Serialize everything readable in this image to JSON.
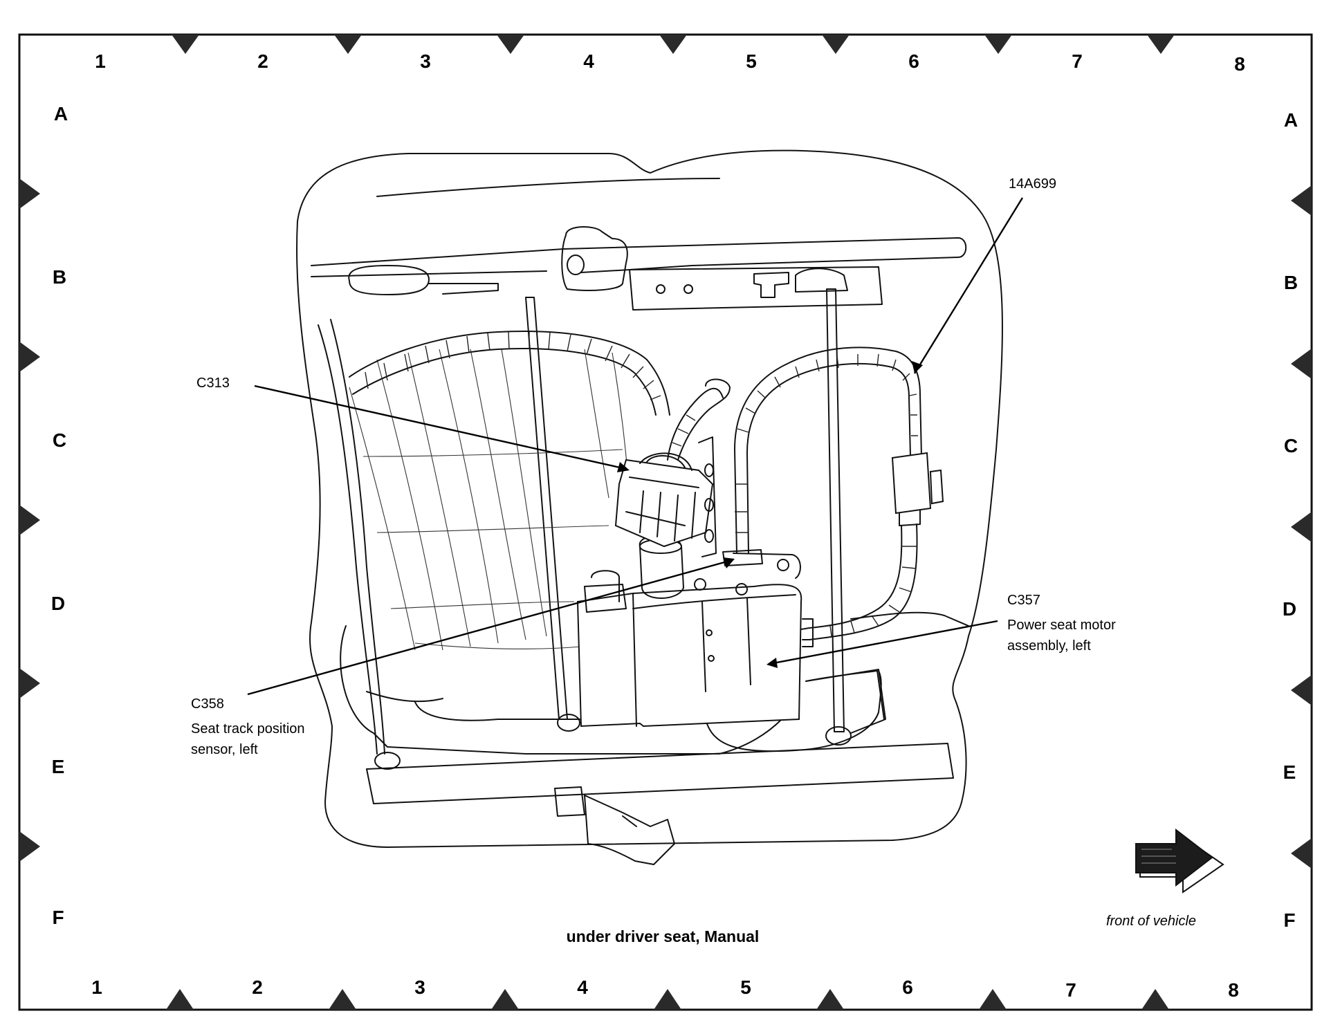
{
  "grid": {
    "columns": [
      "1",
      "2",
      "3",
      "4",
      "5",
      "6",
      "7",
      "8"
    ],
    "rows": [
      "A",
      "B",
      "C",
      "D",
      "E",
      "F"
    ]
  },
  "callouts": {
    "harness": {
      "id": "14A699"
    },
    "c313": {
      "id": "C313"
    },
    "c357": {
      "id": "C357",
      "desc_line1": "Power seat motor",
      "desc_line2": "assembly, left"
    },
    "c358": {
      "id": "C358",
      "desc_line1": "Seat track position",
      "desc_line2": "sensor, left"
    }
  },
  "caption": "under driver seat, Manual",
  "orientation": {
    "label": "front of vehicle",
    "icon": "arrow-right-icon"
  }
}
